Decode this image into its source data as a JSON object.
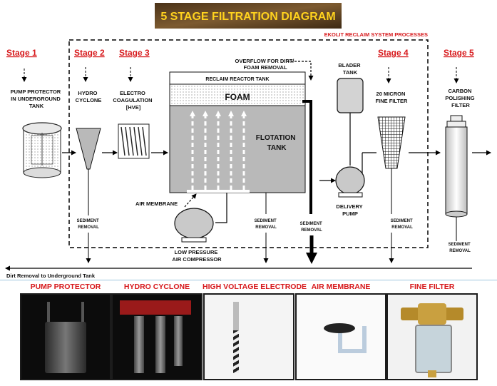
{
  "title": "5 STAGE FILTRATION DIAGRAM",
  "system_label": "EKOLIT RECLAIM SYSTEM PROCESSES",
  "stages": {
    "s1": "Stage 1",
    "s2": "Stage 2",
    "s3": "Stage 3",
    "s4": "Stage 4",
    "s5": "Stage 5"
  },
  "components": {
    "pump_protector": [
      "PUMP PROTECTOR",
      "IN UNDERGROUND",
      "TANK"
    ],
    "hydro_cyclone": [
      "HYDRO",
      "CYCLONE"
    ],
    "electro_coagulation": [
      "ELECTRO",
      "COAGULATION",
      "[HVE]"
    ],
    "overflow": [
      "OVERFLOW FOR DIRT/",
      "FOAM REMOVAL"
    ],
    "reclaim_reactor_tank": "RECLAIM REACTOR TANK",
    "foam": "FOAM",
    "flotation_tank": [
      "FLOTATION",
      "TANK"
    ],
    "air_membrane": "AIR MEMBRANE",
    "low_pressure_compressor": [
      "LOW PRESSURE",
      "AIR  COMPRESSOR"
    ],
    "blader_tank": [
      "BLADER",
      "TANK"
    ],
    "delivery_pump": [
      "DELIVERY",
      "PUMP"
    ],
    "fine_filter": [
      "20 MICRON",
      "FINE FILTER"
    ],
    "carbon_filter": [
      "CARBON",
      "POLISHING",
      "FILTER"
    ]
  },
  "sediment_removal": [
    "SEDIMENT",
    "REMOVAL"
  ],
  "dirt_removal_label": "Dirt Removal to Underground Tank",
  "photo_panels": [
    {
      "title": "PUMP PROTECTOR"
    },
    {
      "title": "HYDRO CYCLONE"
    },
    {
      "title": "HIGH VOLTAGE ELECTRODE"
    },
    {
      "title": "AIR MEMBRANE"
    },
    {
      "title": "FINE FILTER"
    }
  ],
  "colors": {
    "accent_red": "#d7191c",
    "title_banner": "#6b4a24",
    "title_text": "#ffd21e",
    "tank_fill": "#b9b9b9",
    "separator": "#9ec6df"
  }
}
